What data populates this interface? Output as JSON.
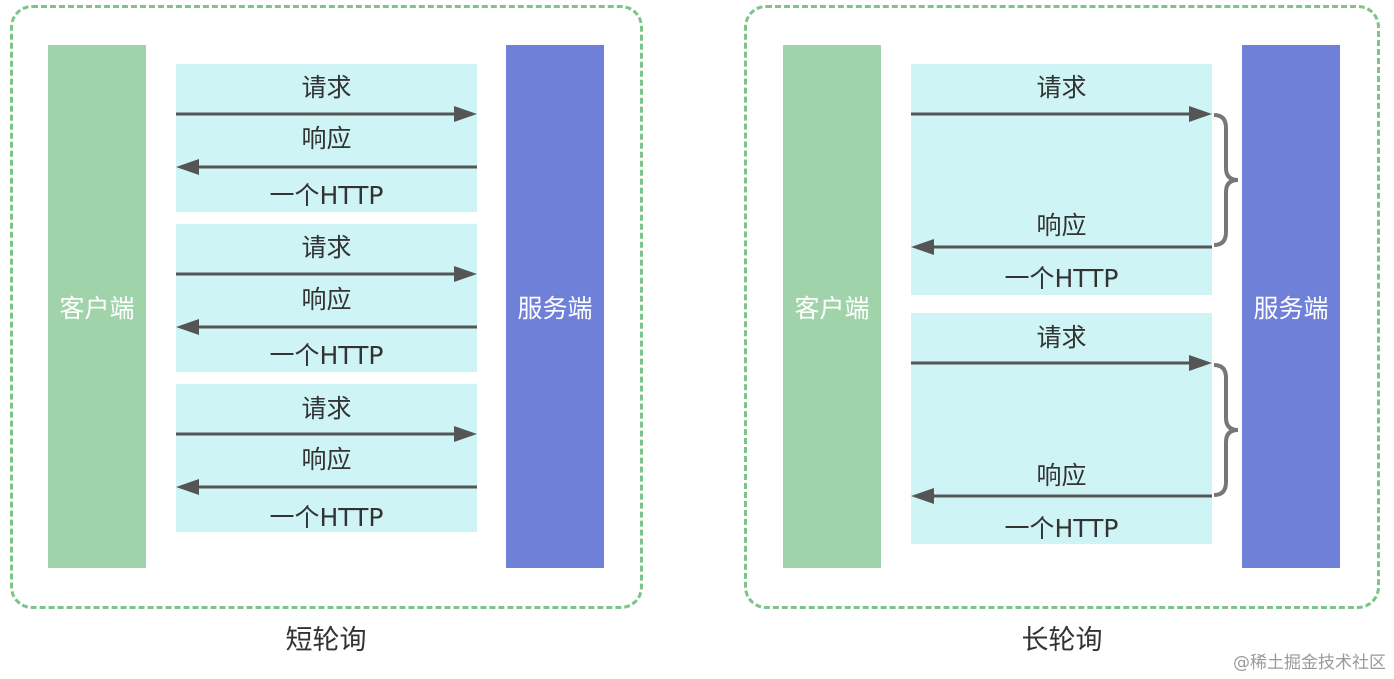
{
  "short_polling": {
    "caption": "短轮询",
    "client_label": "客户端",
    "server_label": "服务端",
    "exchanges": [
      {
        "request": "请求",
        "response": "响应",
        "name": "一个HTTP"
      },
      {
        "request": "请求",
        "response": "响应",
        "name": "一个HTTP"
      },
      {
        "request": "请求",
        "response": "响应",
        "name": "一个HTTP"
      }
    ]
  },
  "long_polling": {
    "caption": "长轮询",
    "client_label": "客户端",
    "server_label": "服务端",
    "exchanges": [
      {
        "request": "请求",
        "response": "响应",
        "name": "一个HTTP"
      },
      {
        "request": "请求",
        "response": "响应",
        "name": "一个HTTP"
      }
    ]
  },
  "watermark": "@稀土掘金技术社区",
  "colors": {
    "panel_border": "#7dc48a",
    "client_bar": "#a0d3a9",
    "server_bar": "#6f80d9",
    "http_box": "#cef4f6",
    "arrow": "#555555",
    "brace": "#777777"
  }
}
